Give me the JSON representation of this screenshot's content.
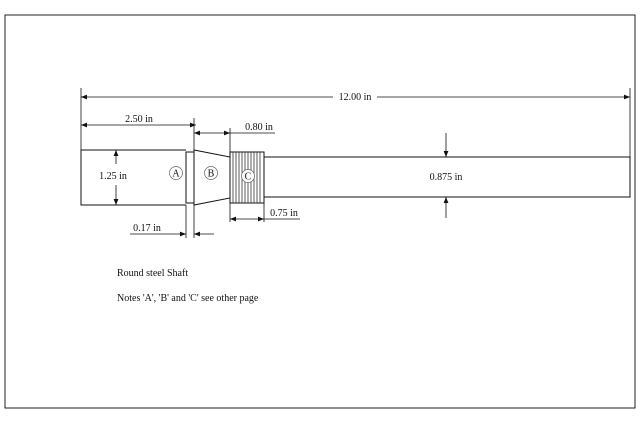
{
  "drawing": {
    "dimensions": {
      "overall_length": "12.00 in",
      "section_a_length": "2.50 in",
      "section_a_diameter": "1.25 in",
      "taper_length": "0.80 in",
      "shaft_diameter": "0.875 in",
      "thread_length": "0.75 in",
      "groove_width": "0.17 in"
    },
    "callouts": {
      "a": "A",
      "b": "B",
      "c": "C"
    },
    "notes": {
      "line1": "Round steel Shaft",
      "line2": "Notes 'A', 'B' and 'C' see other page"
    }
  }
}
